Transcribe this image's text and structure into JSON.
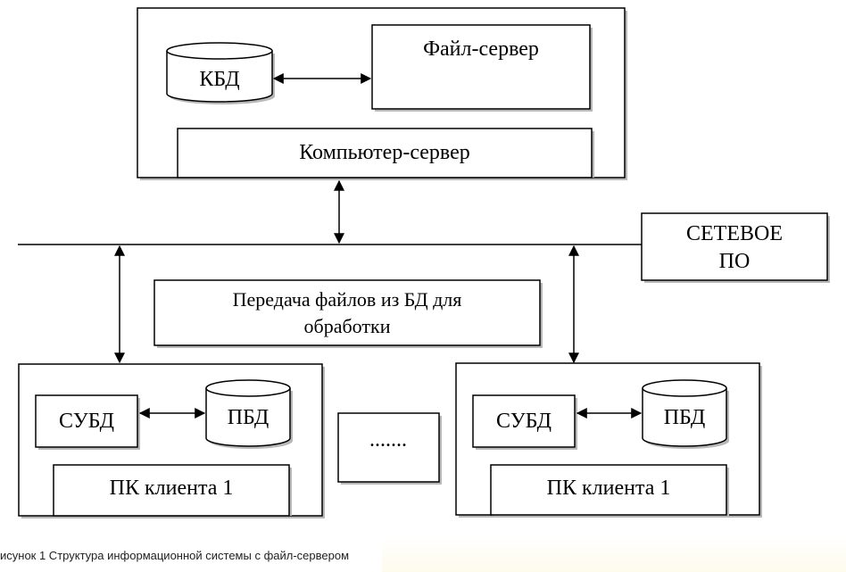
{
  "diagram": {
    "server": {
      "kbd": "КБД",
      "file_server": "Файл-сервер",
      "computer_server": "Компьютер-сервер"
    },
    "network_software": {
      "line1": "СЕТЕВОЕ",
      "line2": "ПО"
    },
    "transfer_note": {
      "line1": "Передача файлов из БД для",
      "line2": "обработки"
    },
    "ellipsis": ".......",
    "client_left": {
      "dbms": "СУБД",
      "pbd": "ПБД",
      "pc": "ПК клиента 1"
    },
    "client_right": {
      "dbms": "СУБД",
      "pbd": "ПБД",
      "pc": "ПК клиента 1"
    }
  },
  "caption": "исунок 1 Структура информационной системы с файл-сервером",
  "colors": {
    "stroke": "#000000",
    "shadow": "#b8b8b8",
    "background": "#ffffff"
  }
}
